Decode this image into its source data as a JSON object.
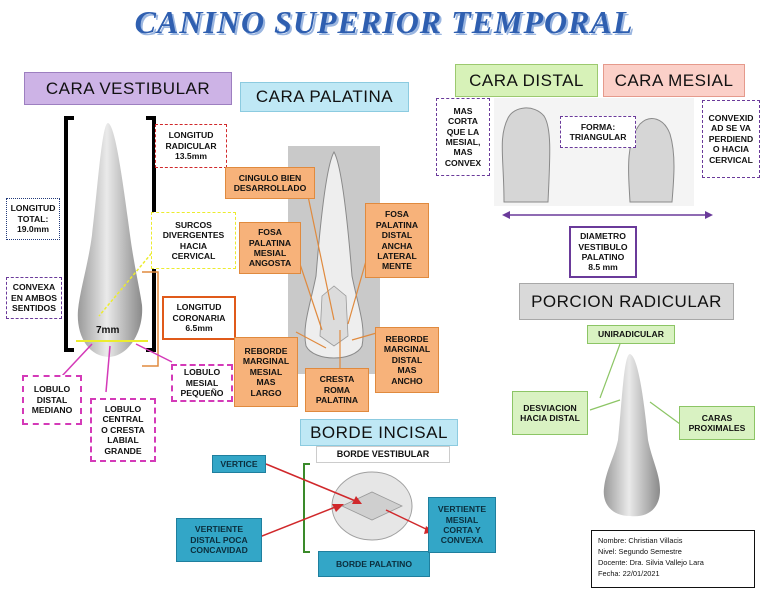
{
  "title": "CANINO SUPERIOR  TEMPORAL",
  "headers": {
    "vestibular": "CARA VESTIBULAR",
    "palatina": "CARA PALATINA",
    "distal": "CARA DISTAL",
    "mesial": "CARA  MESIAL",
    "radicular": "PORCION RADICULAR",
    "incisal": "BORDE INCISAL"
  },
  "labels": {
    "longitud_total": "LONGITUD\nTOTAL:\n19.0mm",
    "convexa": "CONVEXA\nEN AMBOS\nSENTIDOS",
    "longitud_radicular": "LONGITUD\nRADICULAR\n13.5mm",
    "surcos": "SURCOS\nDIVERGENTES\nHACIA\nCERVICAL",
    "longitud_coronaria": "LONGITUD\nCORONARIA\n6.5mm",
    "medida_7mm": "7mm",
    "lobulo_distal": "LOBULO\nDISTAL\nMEDIANO",
    "lobulo_central": "LOBULO\nCENTRAL\nO CRESTA\nLABIAL\nGRANDE",
    "lobulo_mesial": "LOBULO\nMESIAL\nPEQUEÑO",
    "cingulo": "CINGULO BIEN\nDESARROLLADO",
    "fosa_mesial": "FOSA\nPALATINA\nMESIAL\nANGOSTA",
    "fosa_distal": "FOSA\nPALATINA\nDISTAL\nANCHA\nLATERAL\nMENTE",
    "reborde_mesial": "REBORDE\nMARGINAL\nMESIAL\nMAS\nLARGO",
    "cresta_roma": "CRESTA\nROMA\nPALATINA",
    "reborde_distal": "REBORDE\nMARGINAL\nDISTAL\nMAS\nANCHO",
    "mas_corta": "MAS\nCORTA\nQUE LA\nMESIAL,\nMAS\nCONVEX",
    "forma": "FORMA:\nTRIANGULAR",
    "convexidad": "CONVEXID\nAD SE VA\nPERDIEND\nO HACIA\nCERVICAL",
    "diametro": "DIAMETRO\nVESTIBULO\nPALATINO\n8.5 mm",
    "uniradicular": "UNIRADICULAR",
    "desviacion": "DESVIACION\nHACIA DISTAL",
    "caras_proximales": "CARAS\nPROXIMALES",
    "vertice": "VERTICE",
    "borde_vestibular": "BORDE VESTIBULAR",
    "vertiente_distal": "VERTIENTE\nDISTAL POCA\nCONCAVIDAD",
    "borde_palatino": "BORDE PALATINO",
    "vertiente_mesial": "VERTIENTE\nMESIAL\nCORTA Y\nCONVEXA"
  },
  "info": {
    "nombre": "Nombre: Christian Villacis",
    "nivel": "Nivel: Segundo Semestre",
    "docente": "Docente: Dra. Silvia Vallejo Lara",
    "fecha": "Fecha:  22/01/2021"
  },
  "colors": {
    "title_blue": "#2f5fb0",
    "vestibular_header": "#cdb3e6",
    "palatina_header": "#bfe8f5",
    "distal_header": "#d7f2b8",
    "mesial_header": "#fbd0c8",
    "radicular_header": "#d9d9d9",
    "incisal_header": "#bfe8f5",
    "orange_label": "#f7b27a",
    "green_label": "#d9f2c2",
    "teal_label": "#33a6c7"
  }
}
